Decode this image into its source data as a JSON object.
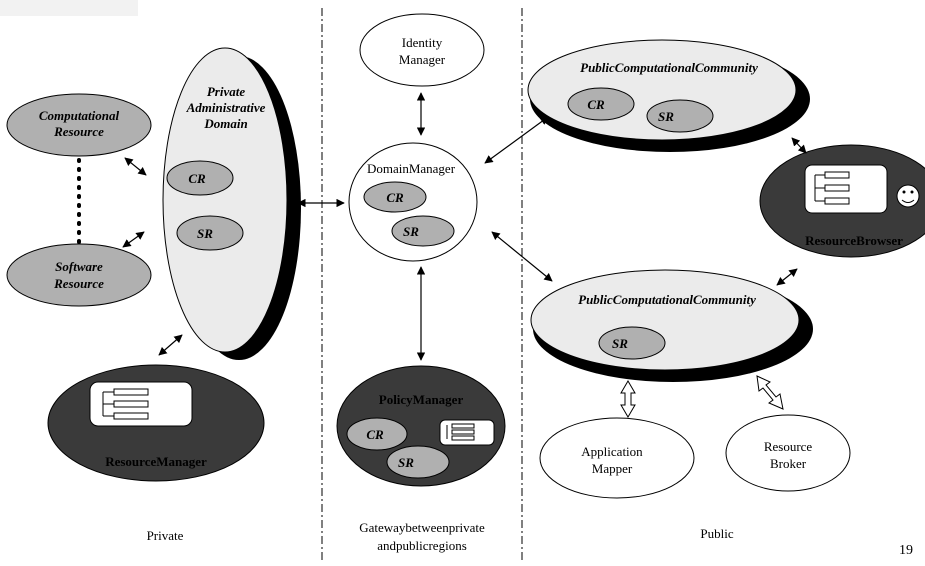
{
  "regions": {
    "private": "Private",
    "gateway_line1": "Gatewaybetweenprivate",
    "gateway_line2": "andpublicregions",
    "public": "Public"
  },
  "page_number": "19",
  "private_domain": {
    "title_line1": "Private",
    "title_line2": "Administrative",
    "title_line3": "Domain",
    "cr": "CR",
    "sr": "SR"
  },
  "computational_resource": {
    "line1": "Computational",
    "line2": "Resource"
  },
  "software_resource": {
    "line1": "Software",
    "line2": "Resource"
  },
  "resource_manager": {
    "label": "ResourceManager"
  },
  "identity_manager": {
    "line1": "Identity",
    "line2": "Manager"
  },
  "domain_manager": {
    "label": "DomainManager",
    "cr": "CR",
    "sr": "SR"
  },
  "policy_manager": {
    "label": "PolicyManager",
    "cr": "CR",
    "sr": "SR"
  },
  "community_top": {
    "label": "PublicComputationalCommunity",
    "cr": "CR",
    "sr": "SR"
  },
  "community_bottom": {
    "label": "PublicComputationalCommunity",
    "sr": "SR"
  },
  "resource_browser": {
    "label": "ResourceBrowser"
  },
  "application_mapper": {
    "line1": "Application",
    "line2": "Mapper"
  },
  "resource_broker": {
    "line1": "Resource",
    "line2": "Broker"
  },
  "colors": {
    "light_fill": "#ebebeb",
    "mid_fill": "#b0b0b0",
    "dark_fill": "#3a3a3a",
    "stroke": "#000000"
  }
}
